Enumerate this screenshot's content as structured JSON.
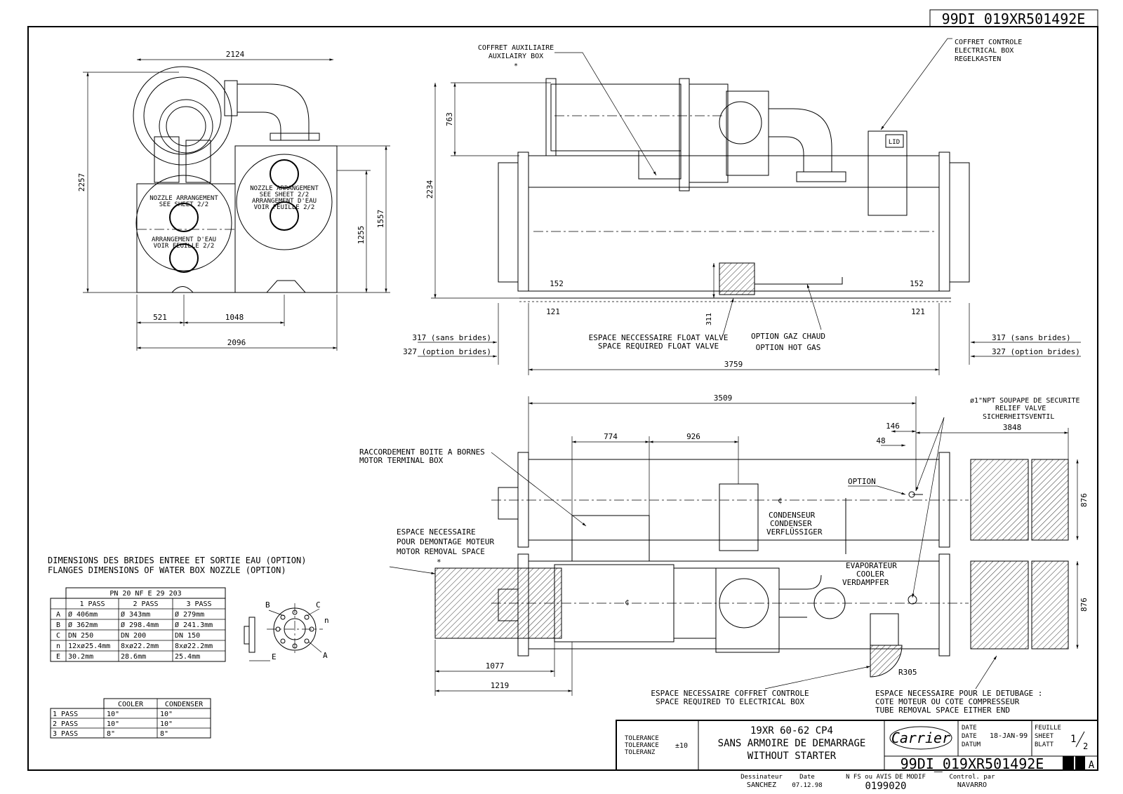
{
  "drawing_number": "99DI_019XR501492E",
  "top_left_view": {
    "dim_width_top": "2124",
    "dim_height_total": "2257",
    "dim_height_box": "1557",
    "dim_height_mid": "1255",
    "dim_bottom_left": "521",
    "dim_bottom_mid": "1048",
    "dim_bottom_total": "2096",
    "nozzle_left": [
      "NOZZLE ARRANGEMENT",
      "SEE SHEET 2/2",
      "ARRANGEMENT D'EAU",
      "VOIR FEUILLE 2/2"
    ],
    "nozzle_right": [
      "NOZZLE ARRANGEMENT",
      "SEE SHEET 2/2",
      "ARRANGEMENT D'EAU",
      "VOIR FEUILLE 2/2"
    ]
  },
  "top_right_view": {
    "aux_box": [
      "COFFRET AUXILIAIRE",
      "AUXILAIRY BOX"
    ],
    "aux_star": "*",
    "control_box": [
      "COFFRET CONTROLE",
      "ELECTRICAL BOX",
      "REGELKASTEN"
    ],
    "lid_label": "LID",
    "dim_763": "763",
    "dim_2234": "2234",
    "dim_152_left": "152",
    "dim_152_right": "152",
    "dim_121_left": "121",
    "dim_121_right": "121",
    "dim_311": "311",
    "flanges_left": [
      "317 (sans brides)",
      "327 (option brides)"
    ],
    "flanges_right": [
      "317 (sans brides)",
      "327 (option brides)"
    ],
    "float_valve": [
      "ESPACE NECCESSAIRE FLOAT VALVE",
      "SPACE REQUIRED FLOAT VALVE"
    ],
    "hot_gas": [
      "OPTION GAZ CHAUD",
      "OPTION HOT GAS"
    ],
    "dim_3759": "3759"
  },
  "plan_view": {
    "dim_3509": "3509",
    "dim_774": "774",
    "dim_926": "926",
    "dim_146": "146",
    "dim_48": "48",
    "dim_3848": "3848",
    "dim_876_top": "876",
    "dim_876_bottom": "876",
    "dim_1077": "1077",
    "dim_1219": "1219",
    "r305": "R305",
    "relief_valve": [
      "ø1\"NPT SOUPAPE DE SECURITE",
      "RELIEF VALVE",
      "SICHERHEITSVENTIL"
    ],
    "option": "OPTION",
    "terminal_box": [
      "RACCORDEMENT BOITE A BORNES",
      "MOTOR TERMINAL BOX"
    ],
    "motor_removal": [
      "ESPACE NECESSAIRE",
      "POUR DEMONTAGE MOTEUR",
      "MOTOR REMOVAL SPACE"
    ],
    "motor_star": "*",
    "condenser": [
      "CONDENSEUR",
      "CONDENSER",
      "VERFLÜSSIGER"
    ],
    "evaporator": [
      "EVAPORATEUR",
      "COOLER",
      "VERDAMPFER"
    ],
    "electrical_space": [
      "ESPACE NECESSAIRE COFFRET CONTROLE",
      "SPACE REQUIRED TO ELECTRICAL BOX"
    ],
    "tube_removal": [
      "ESPACE NECESSAIRE POUR LE DETUBAGE :",
      "COTE MOTEUR OU COTE COMPRESSEUR",
      "TUBE REMOVAL SPACE EITHER END"
    ],
    "cl": "¢"
  },
  "flange_section": {
    "title_fr": "DIMENSIONS DES BRIDES ENTREE ET SORTIE EAU (OPTION)",
    "title_en": "FLANGES DIMENSIONS OF WATER BOX NOZZLE (OPTION)",
    "table_header": "PN 20 NF E 29 203",
    "columns": [
      "1 PASS",
      "2 PASS",
      "3 PASS"
    ],
    "rows": [
      {
        "key": "A",
        "values": [
          "Ø 406mm",
          "Ø 343mm",
          "Ø 279mm"
        ]
      },
      {
        "key": "B",
        "values": [
          "Ø 362mm",
          "Ø 298.4mm",
          "Ø 241.3mm"
        ]
      },
      {
        "key": "C",
        "values": [
          "DN 250",
          "DN 200",
          "DN 150"
        ]
      },
      {
        "key": "n",
        "values": [
          "12xø25.4mm",
          "8xø22.2mm",
          "8xø22.2mm"
        ]
      },
      {
        "key": "E",
        "values": [
          "30.2mm",
          "28.6mm",
          "25.4mm"
        ]
      }
    ],
    "labels": {
      "B": "B",
      "C": "C",
      "n": "n",
      "A": "A",
      "E": "E"
    }
  },
  "pass_table": {
    "columns": [
      "COOLER",
      "CONDENSER"
    ],
    "rows": [
      {
        "label": "1 PASS",
        "values": [
          "10\"",
          "10\""
        ]
      },
      {
        "label": "2 PASS",
        "values": [
          "10\"",
          "10\""
        ]
      },
      {
        "label": "3 PASS",
        "values": [
          "8\"",
          "8\""
        ]
      }
    ]
  },
  "title_block": {
    "tolerance_labels": [
      "TOLERANCE",
      "TOLERANCE",
      "TOLERANZ"
    ],
    "tolerance_value": "±10",
    "title_lines": [
      "19XR 60-62 CP4",
      "SANS ARMOIRE DE DEMARRAGE",
      "WITHOUT STARTER"
    ],
    "logo": "Carrier",
    "date_labels": [
      "DATE",
      "DATE",
      "DATUM"
    ],
    "date_value": "18-JAN-99",
    "sheet_labels": [
      "FEUILLE",
      "SHEET",
      "BLATT"
    ],
    "sheet_num": "1",
    "sheet_total": "2",
    "drawing_number": "99DI_019XR501492E",
    "revision": "A",
    "designer_label": "Dessinateur",
    "designer": "SANCHEZ",
    "date_label": "Date",
    "date": "07.12.98",
    "modif_label": "N FS ou AVIS DE MODIF",
    "modif_value": "0199020",
    "control_label": "Control. par",
    "control": "NAVARRO"
  }
}
